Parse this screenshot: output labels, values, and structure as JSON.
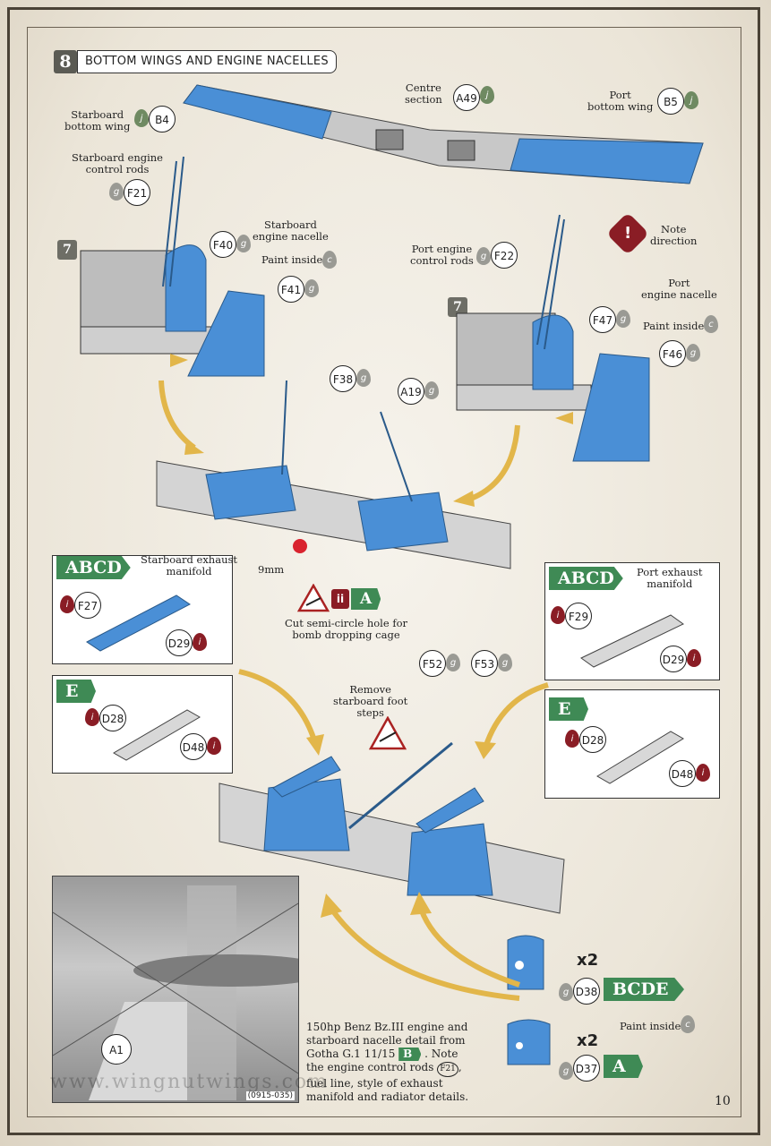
{
  "step": {
    "number": "8",
    "title": "BOTTOM WINGS AND ENGINE NACELLES"
  },
  "labels": {
    "centre_section": "Centre\nsection",
    "starboard_bottom_wing": "Starboard\nbottom wing",
    "port_bottom_wing": "Port\nbottom wing",
    "starboard_control_rods": "Starboard engine\ncontrol rods",
    "starboard_nacelle": "Starboard\nengine nacelle",
    "paint_inside": "Paint inside",
    "note_direction": "Note\ndirection",
    "port_control_rods": "Port engine\ncontrol rods",
    "port_nacelle": "Port\nengine nacelle",
    "starboard_exhaust": "Starboard exhaust\nmanifold",
    "port_exhaust": "Port exhaust\nmanifold",
    "dimension": "9mm",
    "cut_hole": "Cut semi-circle hole for\nbomb dropping cage",
    "remove_steps": "Remove\nstarboard foot\nsteps",
    "multiplier": "x2",
    "ref_step": "7"
  },
  "callouts": {
    "a49": "A49",
    "b4": "B4",
    "b5": "B5",
    "f21": "F21",
    "f40": "F40",
    "f41": "F41",
    "f22": "F22",
    "f47": "F47",
    "f46": "F46",
    "f38": "F38",
    "a19": "A19",
    "f27": "F27",
    "d29": "D29",
    "f29": "F29",
    "d28": "D28",
    "d48": "D48",
    "f52": "F52",
    "f53": "F53",
    "d38": "D38",
    "d37": "D37",
    "a1": "A1"
  },
  "paint_codes": {
    "g": "g",
    "j": "j",
    "c": "c",
    "i": "i"
  },
  "variants": {
    "abcd": "ABCD",
    "e": "E",
    "a": "A",
    "bcde": "BCDE",
    "b": "B",
    "ii": "ii"
  },
  "caption": {
    "line1": "150hp Benz Bz.III engine and",
    "line2": "starboard nacelle detail from",
    "line3_pre": "Gotha G.1 11/15",
    "line3_post": ". Note",
    "line4_pre": "the engine control rods",
    "line4_ref": "F21",
    "line4_post": ",",
    "line5": "fuel line, style of exhaust",
    "line6": "manifold and radiator details."
  },
  "photo_ref": "(0915-035)",
  "watermark": "www.wingnutwings.com",
  "page_number": "10",
  "colors": {
    "part_blue": "#4a8fd6",
    "variant_green": "#3f8a55",
    "paint_red": "#8a1d25",
    "arrow_gold": "#e2b64a"
  }
}
